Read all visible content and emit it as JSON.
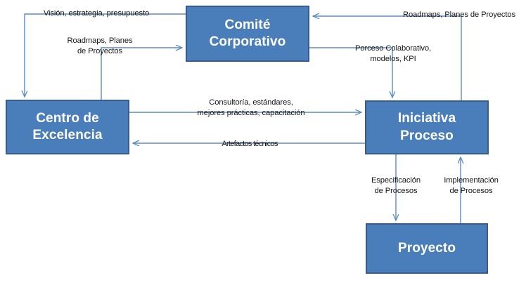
{
  "diagram": {
    "title": "Modelo de interacción Centro de Excelencia - Comité Corporativo - Iniciativa Proceso - Proyecto",
    "colors": {
      "node_fill": "#4a7ebb",
      "node_border": "#385d8a",
      "node_text": "#ffffff",
      "edge_line": "#5b8cc0",
      "label_text": "#161616",
      "background": "#ffffff"
    },
    "nodes": [
      {
        "id": "comite",
        "label": "Comité\nCorporativo"
      },
      {
        "id": "centro",
        "label": "Centro de\nExcelencia"
      },
      {
        "id": "iniciativa",
        "label": "Iniciativa Proceso"
      },
      {
        "id": "proyecto",
        "label": "Proyecto"
      }
    ],
    "edge_labels": [
      {
        "id": "vision",
        "text": "Visión, estrategia, presupuesto"
      },
      {
        "id": "roadmaps-left",
        "text": "Roadmaps, Planes\nde Proyectos"
      },
      {
        "id": "roadmaps-right",
        "text": "Roadmaps, Planes de Proyectos"
      },
      {
        "id": "porceso",
        "text": "Porceso Colaborativo,\nmodelos, KPI"
      },
      {
        "id": "consultoria",
        "text": "Consultoría, estándares,\nmejores prácticas, capacitación"
      },
      {
        "id": "artefactos",
        "text": "Artefactos técnicos"
      },
      {
        "id": "especificacion",
        "text": "Especificación\nde Procesos"
      },
      {
        "id": "implementacion",
        "text": "Implementación\nde Procesos"
      }
    ]
  }
}
